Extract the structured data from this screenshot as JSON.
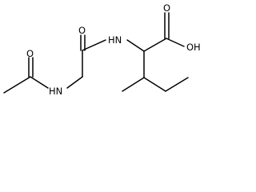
{
  "molecule": {
    "atom_labels": {
      "O1": "O",
      "O2": "O",
      "N1": "HN",
      "N2": "HN",
      "O3": "O",
      "OH": "OH"
    }
  },
  "colors": {
    "bond": "#000000",
    "label": "#000000",
    "background": "#ffffff"
  }
}
